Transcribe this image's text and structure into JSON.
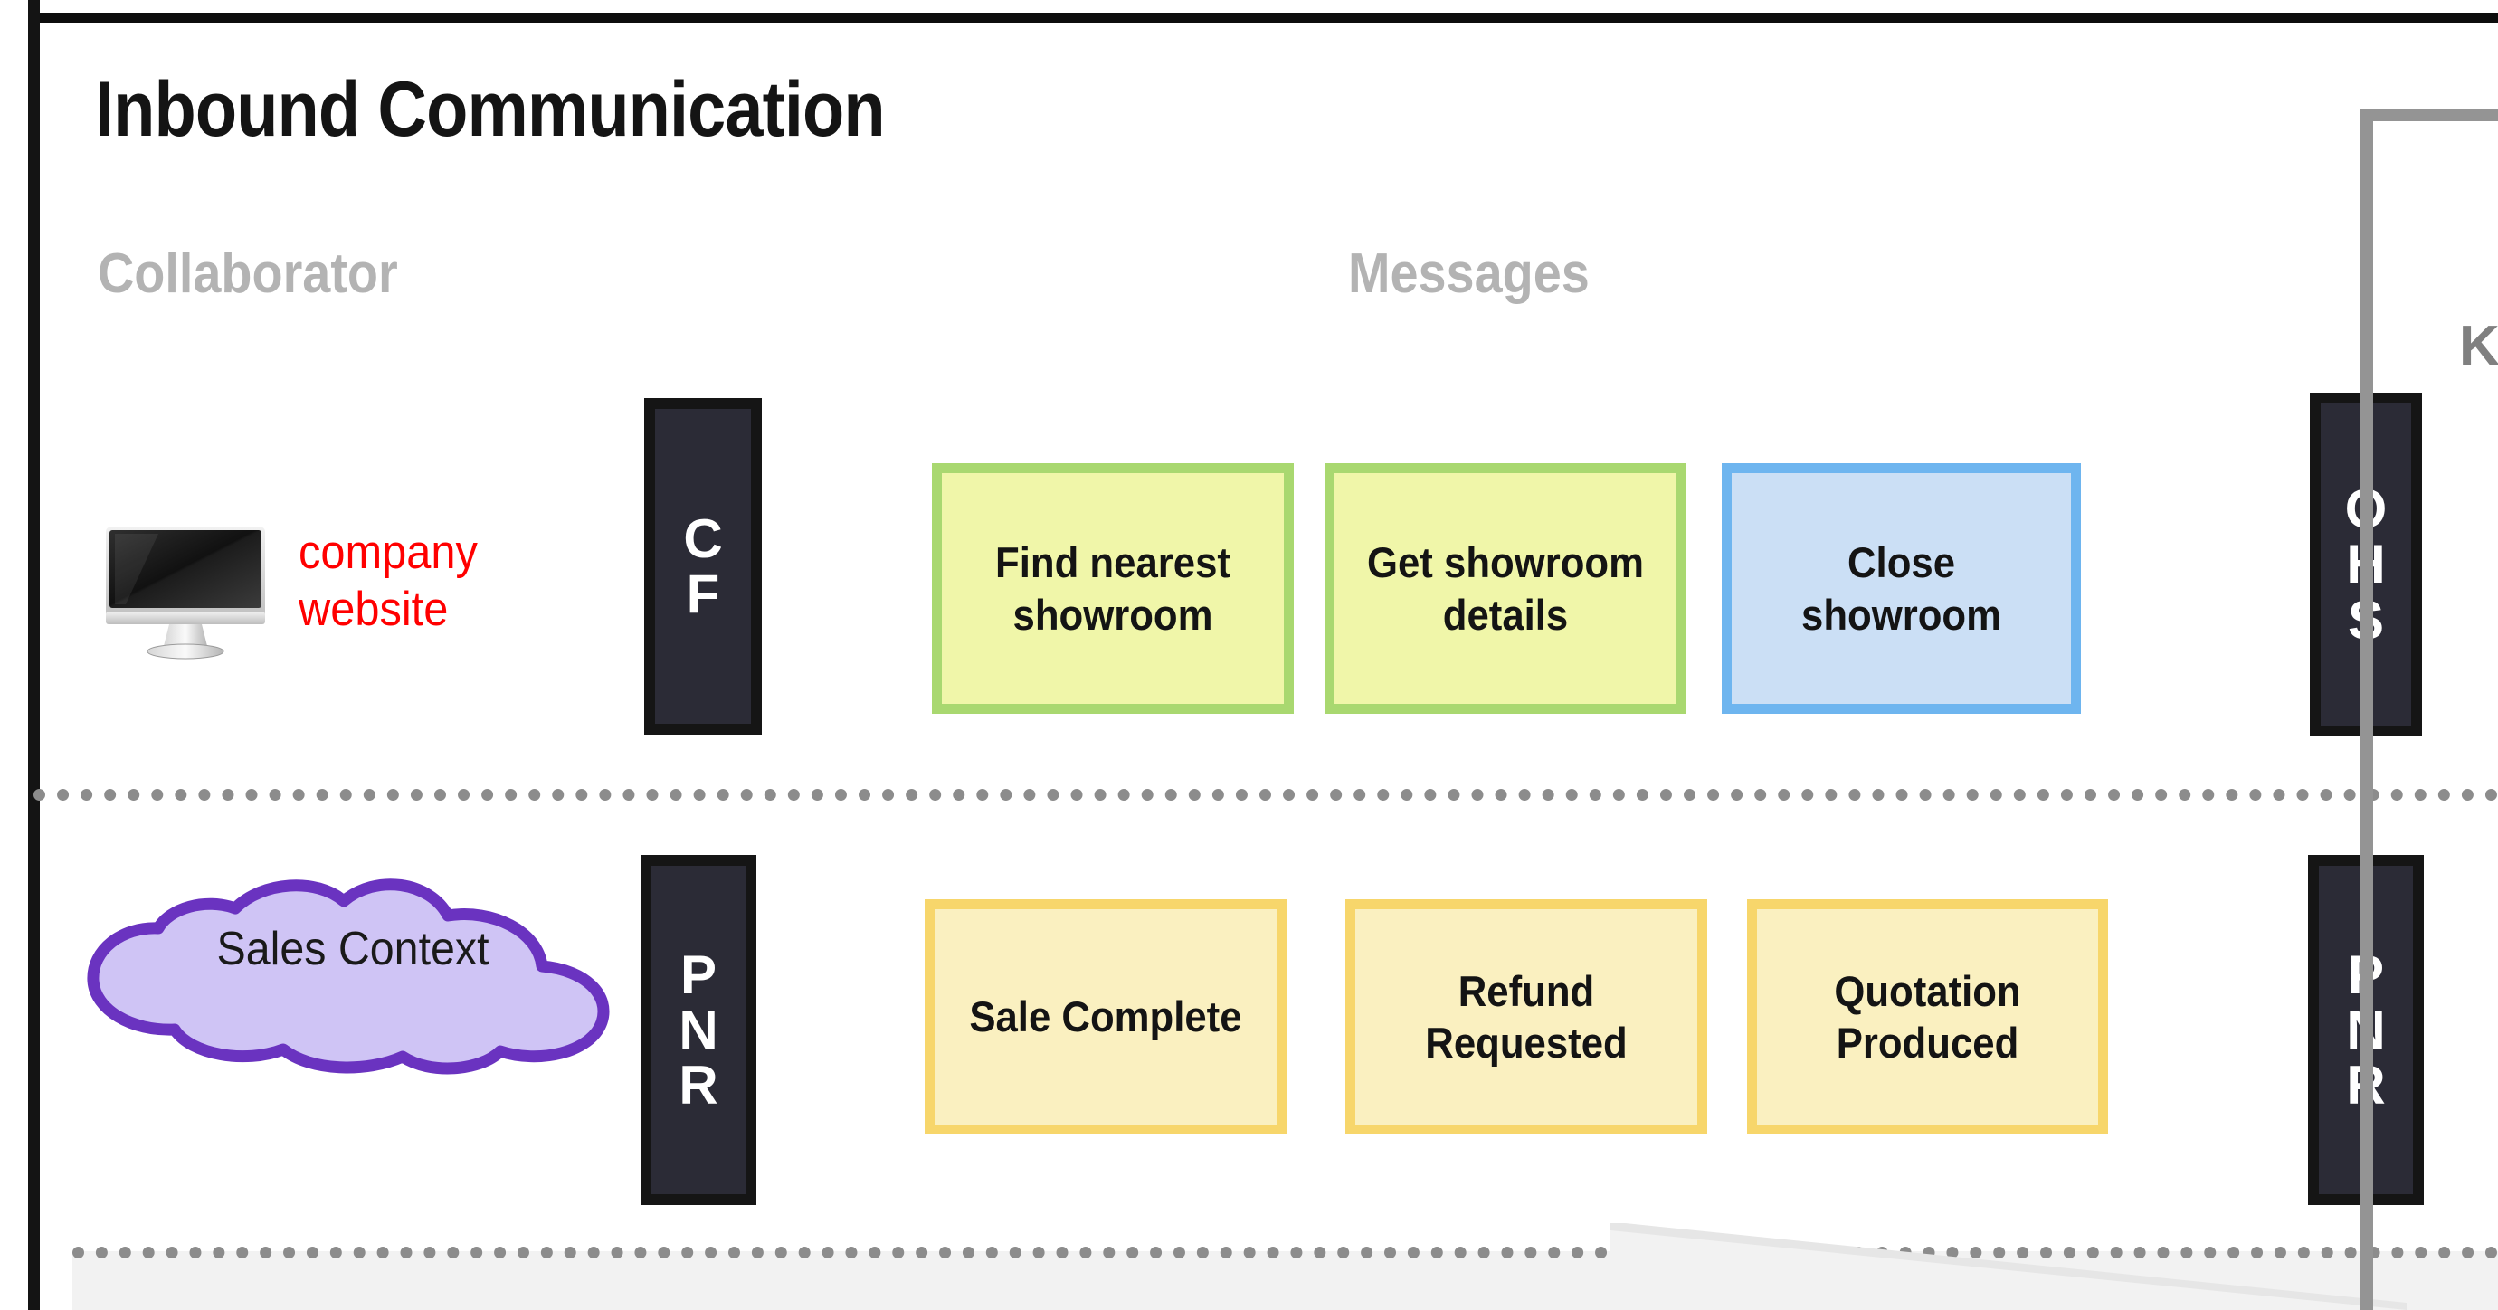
{
  "frame": {
    "top_rule": "",
    "left_rule": ""
  },
  "header": {
    "title": "Inbound Communication",
    "columns": [
      {
        "label": "Collaborator"
      },
      {
        "label": "Messages"
      }
    ]
  },
  "lanes": [
    {
      "id": "lane-website",
      "collaborator": {
        "icon": "desktop-monitor-icon",
        "label": "company website",
        "label_color": "#ff0000",
        "shape": "monitor"
      },
      "role_tag": {
        "letters": [
          "C",
          "F"
        ],
        "text": "CF"
      },
      "messages": [
        {
          "label": "Find nearest showroom",
          "style": "green"
        },
        {
          "label": "Get showroom details",
          "style": "green"
        },
        {
          "label": "Close showroom",
          "style": "blue"
        }
      ],
      "right_role_tag": {
        "letters": [
          "O",
          "H",
          "S"
        ],
        "text": "OHS"
      }
    },
    {
      "id": "lane-sales-context",
      "collaborator": {
        "icon": "cloud-icon",
        "label": "Sales Context",
        "label_color": "#1a1a1a",
        "shape": "cloud"
      },
      "role_tag": {
        "letters": [
          "P",
          "N",
          "R"
        ],
        "text": "PNR"
      },
      "messages": [
        {
          "label": "Sale Complete",
          "style": "amber"
        },
        {
          "label": "Refund Requested",
          "style": "amber"
        },
        {
          "label": "Quotation Produced",
          "style": "amber"
        }
      ],
      "right_role_tag": {
        "letters": [
          "P",
          "N",
          "R"
        ],
        "text": "PNR"
      }
    }
  ],
  "connector": {
    "label": "K",
    "color": "#949494"
  },
  "colors": {
    "title": "#141414",
    "column_header": "#b3b3b3",
    "role_tag_fill": "#2b2b36",
    "role_tag_border": "#151515",
    "card_green_fill": "#f0f6a9",
    "card_green_border": "#a9d870",
    "card_blue_fill": "#cbdff5",
    "card_blue_border": "#6eb5ef",
    "card_amber_fill": "#faf0c0",
    "card_amber_border": "#f7d66b",
    "cloud_fill": "#cfc4f5",
    "cloud_border": "#6a33c0",
    "separator": "#8c8c8c",
    "frame": "#141414",
    "website_label": "#ff0000"
  }
}
